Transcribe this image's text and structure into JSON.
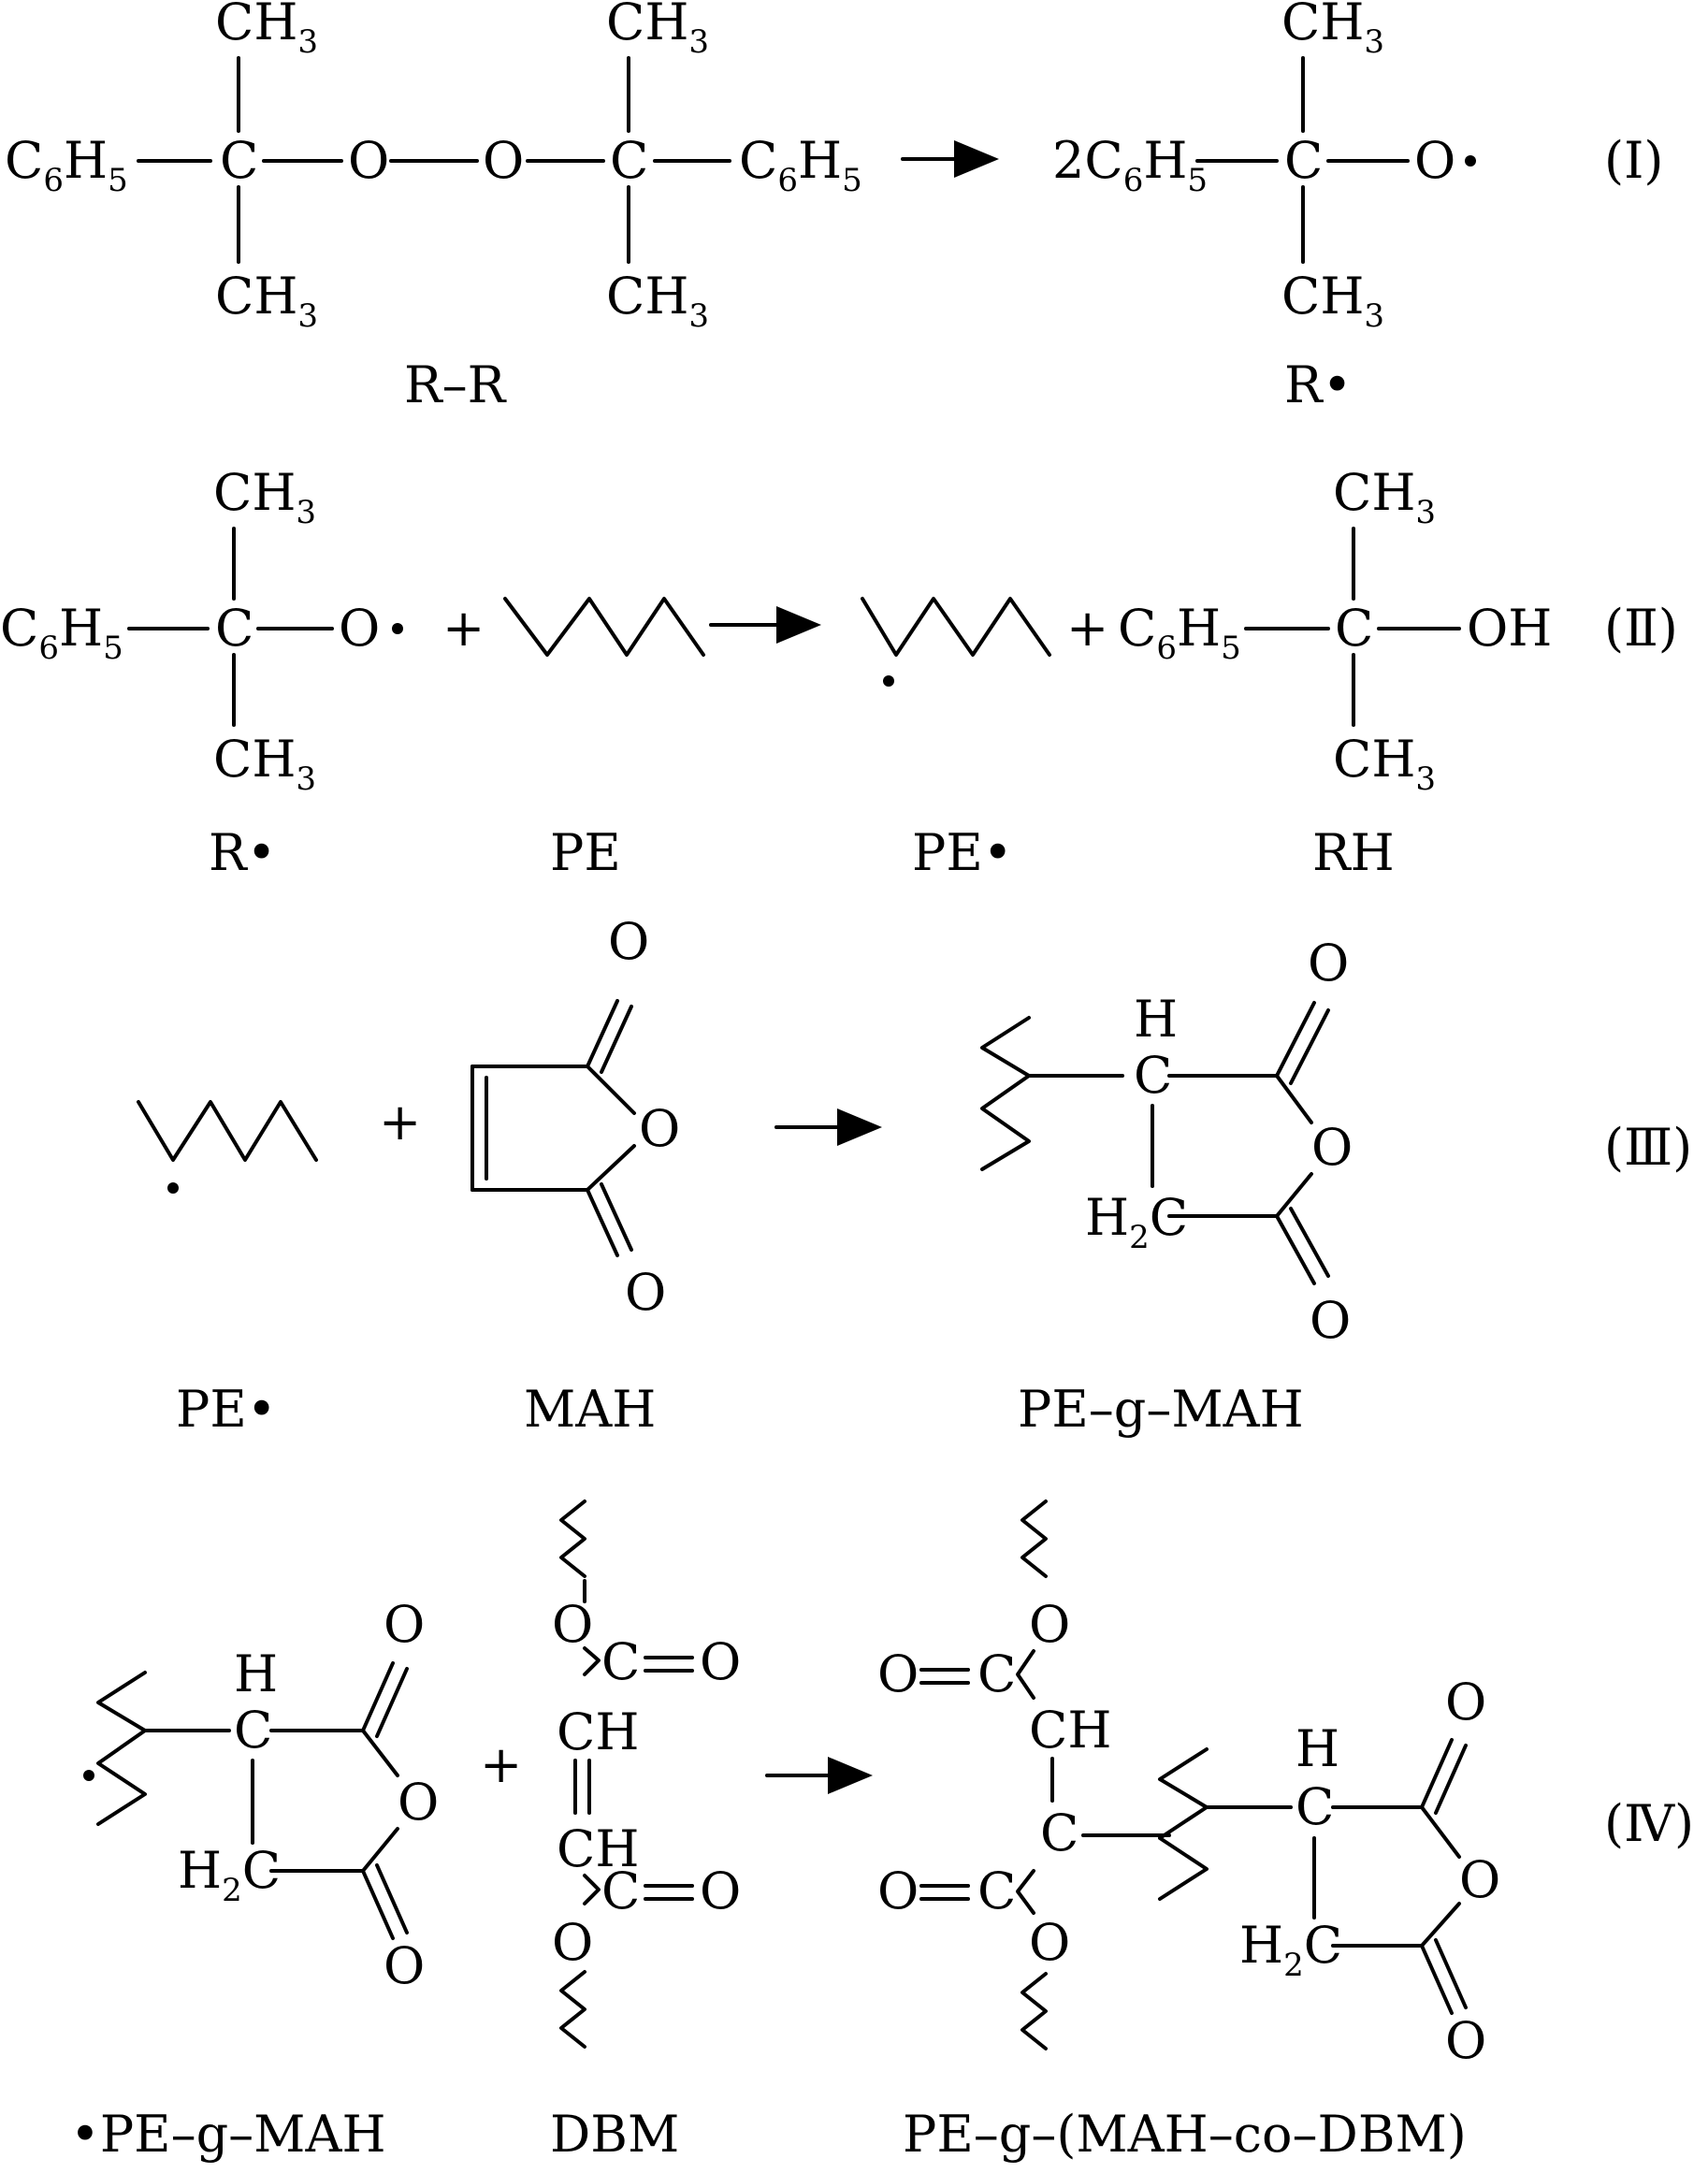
{
  "atoms": {
    "C": "C",
    "O": "O",
    "H": "H",
    "CH": "CH",
    "CH3_main": "CH",
    "CH3_sub": "3",
    "C6H5_a": "C",
    "C6H5_b": "6",
    "C6H5_c": "H",
    "C6H5_d": "5",
    "two": "2",
    "OH": "OH",
    "H2_main": "H",
    "H2_sub": "2",
    "plus": "+"
  },
  "reactions": [
    {
      "numeral": "(Ⅰ)",
      "labels": [
        "R–R",
        "R•"
      ]
    },
    {
      "numeral": "(Ⅱ)",
      "labels": [
        "R•",
        "PE",
        "PE•",
        "RH"
      ]
    },
    {
      "numeral": "(Ⅲ)",
      "labels": [
        "PE•",
        "MAH",
        "PE–g–MAH"
      ]
    },
    {
      "numeral": "(Ⅳ)",
      "labels": [
        "•PE–g–MAH",
        "DBM",
        "PE–g–(MAH–co–DBM)"
      ]
    }
  ]
}
